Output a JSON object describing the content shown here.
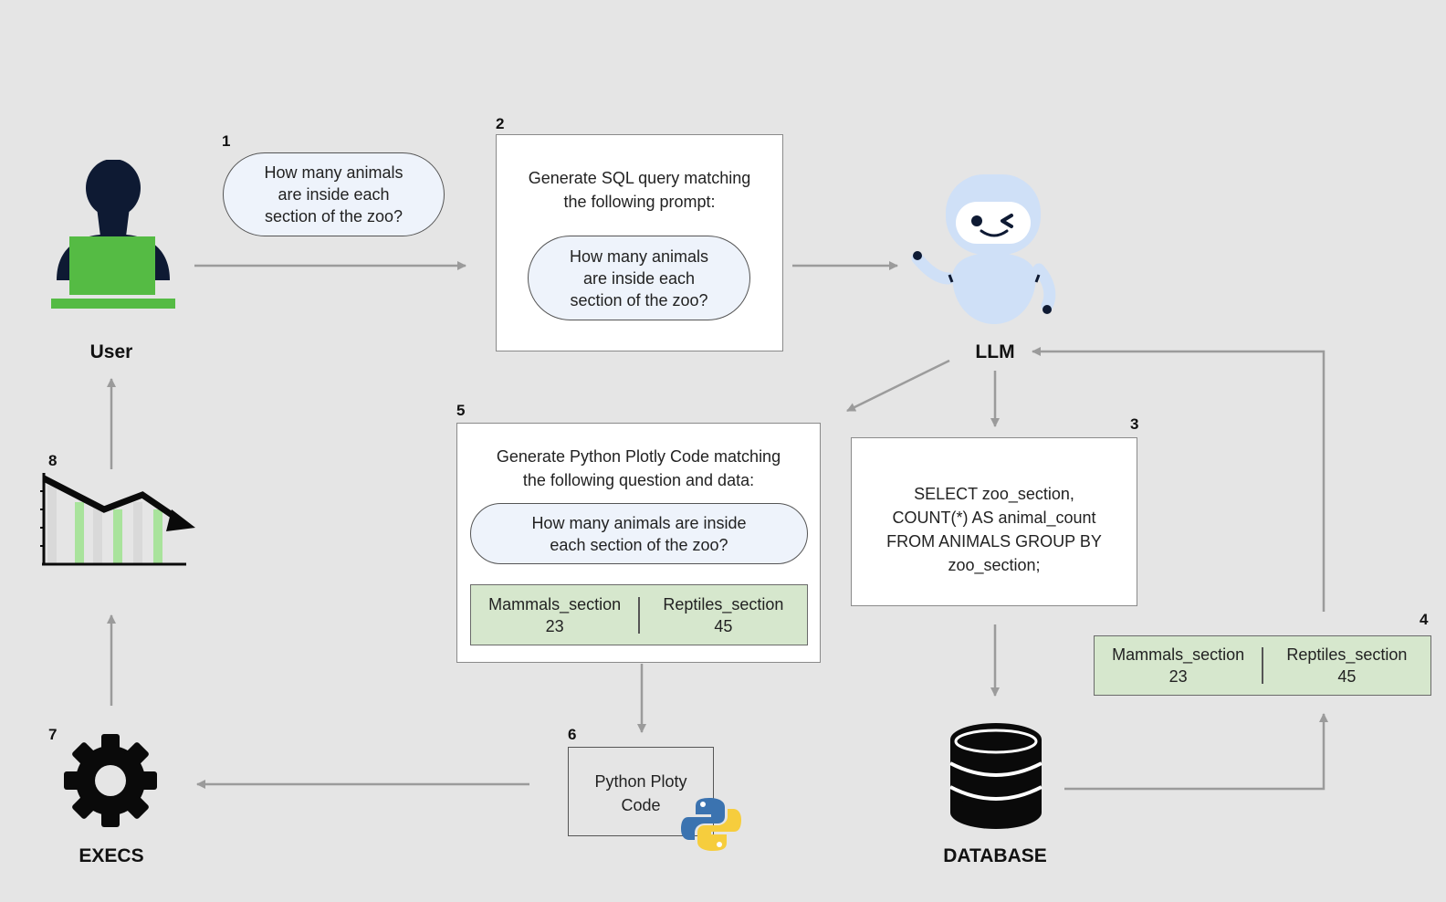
{
  "nodes": {
    "user": {
      "label": "User"
    },
    "llm": {
      "label": "LLM"
    },
    "database": {
      "label": "DATABASE"
    },
    "execs": {
      "label": "EXECS"
    }
  },
  "steps": {
    "s1": "1",
    "s2": "2",
    "s3": "3",
    "s4": "4",
    "s5": "5",
    "s6": "6",
    "s7": "7",
    "s8": "8"
  },
  "question": {
    "line1": "How many animals",
    "line2": "are inside each",
    "line3": "section of the zoo?",
    "wide_line1": "How many animals are inside",
    "wide_line2": "each section of the zoo?"
  },
  "prompt_sql": {
    "line1": "Generate SQL query matching",
    "line2": "the following prompt:"
  },
  "prompt_plotly": {
    "line1": "Generate Python Plotly Code matching",
    "line2": "the following question and data:"
  },
  "sql_query": {
    "line1": "SELECT zoo_section,",
    "line2": "COUNT(*) AS animal_count",
    "line3": "FROM ANIMALS GROUP BY",
    "line4": "zoo_section;"
  },
  "result_table": {
    "col1_name": "Mammals_section",
    "col1_value": "23",
    "col2_name": "Reptiles_section",
    "col2_value": "45"
  },
  "python_code": {
    "line1": "Python Ploty",
    "line2": "Code"
  },
  "colors": {
    "background": "#e5e5e5",
    "user_dark": "#0e1a33",
    "user_laptop": "#55bb44",
    "robot": "#cfe0f7",
    "table_green": "#d6e7cd",
    "bubble": "#eef3fb",
    "arrow": "#9b9b9b"
  }
}
